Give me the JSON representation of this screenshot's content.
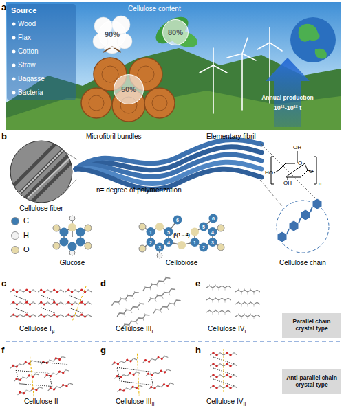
{
  "diagram": {
    "nodes": [
      {
        "text": [
          "90%"
        ]
      },
      {
        "text": [
          "80%"
        ]
      },
      {
        "text": [
          "50%"
        ]
      },
      {
        "text": [
          "Parallel chain crystal type"
        ]
      },
      {
        "text": [
          "Anti-parallel chain crystal type"
        ]
      }
    ],
    "labels": [
      "a",
      "Source",
      "Wood",
      "Flax",
      "Cotton",
      "Straw",
      "Bagasse",
      "Bacteria",
      "Cellulose content",
      "Annual production",
      "10¹¹-10¹² t",
      "b",
      "Microfibril bundles",
      "Elementary fibril",
      "n= degree of polymerization",
      "Cellulose fiber",
      "Glucose",
      "Cellobiose",
      "Cellulose chain",
      "β(1→4)",
      "1",
      "2",
      "3",
      "4",
      "5",
      "6",
      "1",
      "2",
      "3",
      "4",
      "5",
      "6",
      "OH",
      "O",
      "HO",
      "OH",
      "O",
      "n",
      "c",
      "Cellulose I",
      "β",
      "d",
      "Cellulose III",
      "I",
      "e",
      "Cellulose IV",
      "I",
      "f",
      "Cellulose II",
      "g",
      "Cellulose III",
      "II",
      "h",
      "Cellulose IV",
      "II"
    ],
    "legend": [
      {
        "text": "C",
        "color": "#3d7bb0"
      },
      {
        "text": "H",
        "color": "#f2f2f2"
      },
      {
        "text": "O",
        "color": "#e6d9a8"
      }
    ]
  }
}
